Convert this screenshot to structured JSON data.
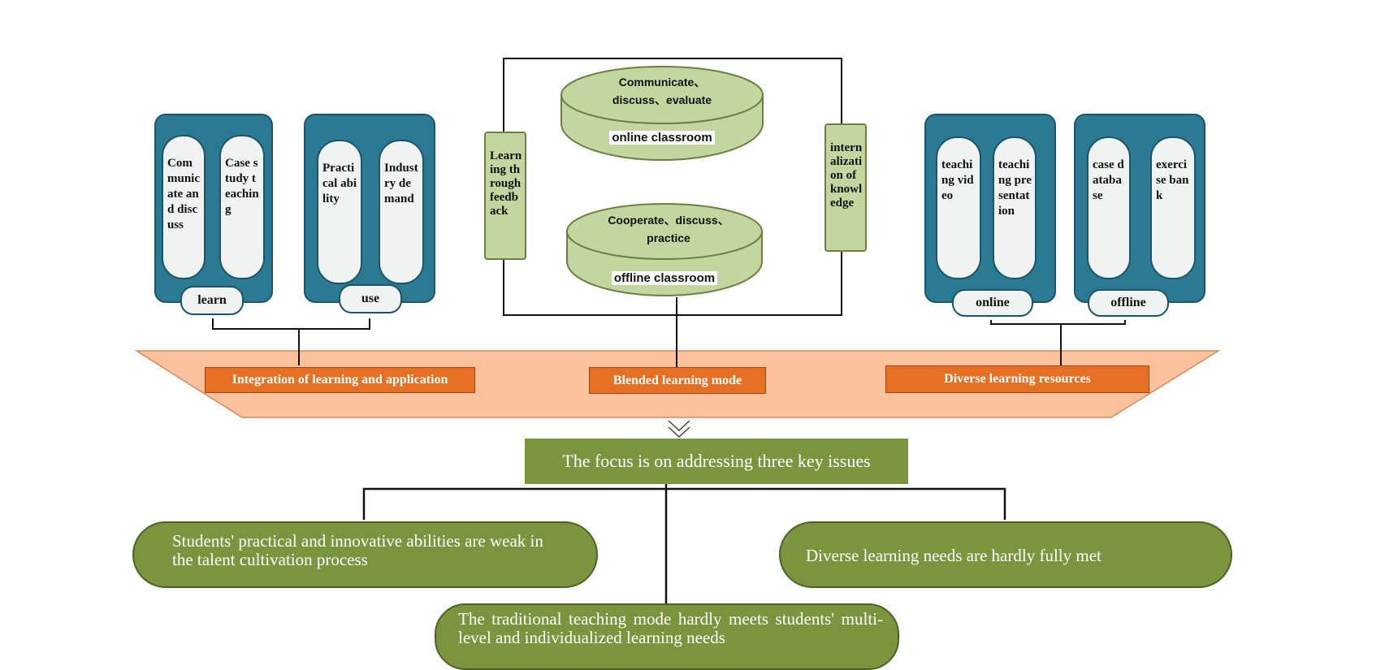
{
  "modules": {
    "learn": {
      "pills": [
        "Communicate and discuss",
        "Case study teaching"
      ],
      "tag": "learn"
    },
    "use": {
      "pills": [
        "Practical ability",
        "Industry demand"
      ],
      "tag": "use"
    },
    "online": {
      "pills": [
        "teaching video",
        "teaching presentation"
      ],
      "tag": "online"
    },
    "offline": {
      "pills": [
        "case database",
        "exercise bank"
      ],
      "tag": "offline"
    }
  },
  "blended": {
    "left_card": "Learning through feedback",
    "right_card": "internalization of knowledge",
    "online_cylinder": {
      "text": "Communicate、discuss、evaluate",
      "label": "online classroom"
    },
    "offline_cylinder": {
      "text": "Cooperate、discuss、practice",
      "label": "offline classroom"
    }
  },
  "band": {
    "labels": [
      "Integration of learning and application",
      "Blended learning mode",
      "Diverse learning resources"
    ]
  },
  "focus": "The focus is on addressing three key issues",
  "issues": [
    "Students' practical and innovative abilities are weak in the talent cultivation process",
    "Diverse learning needs are hardly fully met",
    "The traditional teaching mode hardly meets students' multi-level and individualized learning needs"
  ],
  "colors": {
    "teal": "#2b7a93",
    "light_green": "#c3d69f",
    "olive_green": "#7a953e",
    "orange": "#e57024",
    "peach": "#f9c19c"
  }
}
